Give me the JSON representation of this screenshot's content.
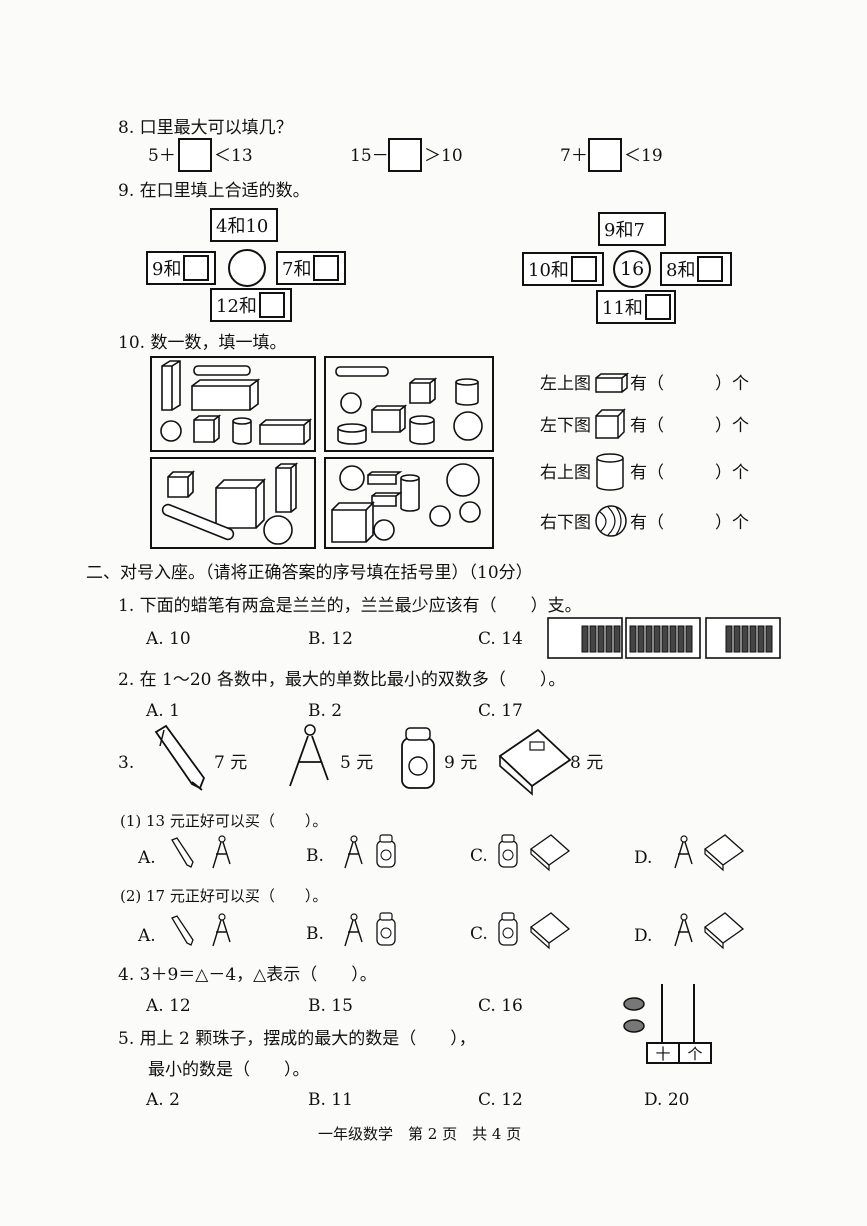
{
  "q8": {
    "title": "8. 口里最大可以填几？",
    "a_left": "5＋",
    "a_right": "＜13",
    "b_left": "15－",
    "b_right": "＞10",
    "c_left": "7＋",
    "c_right": "＜19"
  },
  "q9": {
    "title": "9. 在口里填上合适的数。",
    "left": {
      "top": "4和10",
      "left": "9和",
      "right": "7和",
      "bottom": "12和"
    },
    "right": {
      "top": "9和7",
      "left": "10和",
      "center": "16",
      "right": "8和",
      "bottom": "11和"
    }
  },
  "q10": {
    "title": "10. 数一数，填一填。",
    "rows": [
      {
        "label": "左上图",
        "suffix": "有（　　　）个",
        "icon": "cuboid-icon"
      },
      {
        "label": "左下图",
        "suffix": "有（　　　）个",
        "icon": "cube-icon"
      },
      {
        "label": "右上图",
        "suffix": "有（　　　）个",
        "icon": "cylinder-icon"
      },
      {
        "label": "右下图",
        "suffix": "有（　　　）个",
        "icon": "ball-icon"
      }
    ]
  },
  "section2": {
    "title": "二、对号入座。（请将正确答案的序号填在括号里）（10分）",
    "q1": {
      "text": "1. 下面的蜡笔有两盒是兰兰的，兰兰最少应该有（　　）支。",
      "a": "A. 10",
      "b": "B. 12",
      "c": "C. 14"
    },
    "q2": {
      "text": "2. 在 1～20 各数中，最大的单数比最小的双数多（　　）。",
      "a": "A. 1",
      "b": "B. 2",
      "c": "C. 17"
    },
    "q3": {
      "num": "3.",
      "pen_price": "7 元",
      "compass_price": "5 元",
      "bottle_price": "9 元",
      "book_price": "8 元",
      "sub1": "(1) 13 元正好可以买（　　）。",
      "sub2": "(2) 17 元正好可以买（　　）。",
      "opts": [
        "A.",
        "B.",
        "C.",
        "D."
      ]
    },
    "q4": {
      "text": "4. 3＋9＝△－4，△表示（　　）。",
      "a": "A. 12",
      "b": "B. 15",
      "c": "C. 16"
    },
    "q5": {
      "line1": "5. 用上 2 颗珠子，摆成的最大的数是（　　），",
      "line2": "最小的数是（　　）。",
      "a": "A. 2",
      "b": "B. 11",
      "c": "C. 12",
      "d": "D. 20",
      "abacus_tens": "十",
      "abacus_ones": "个"
    }
  },
  "footer": "一年级数学　第 2 页　共 4 页"
}
